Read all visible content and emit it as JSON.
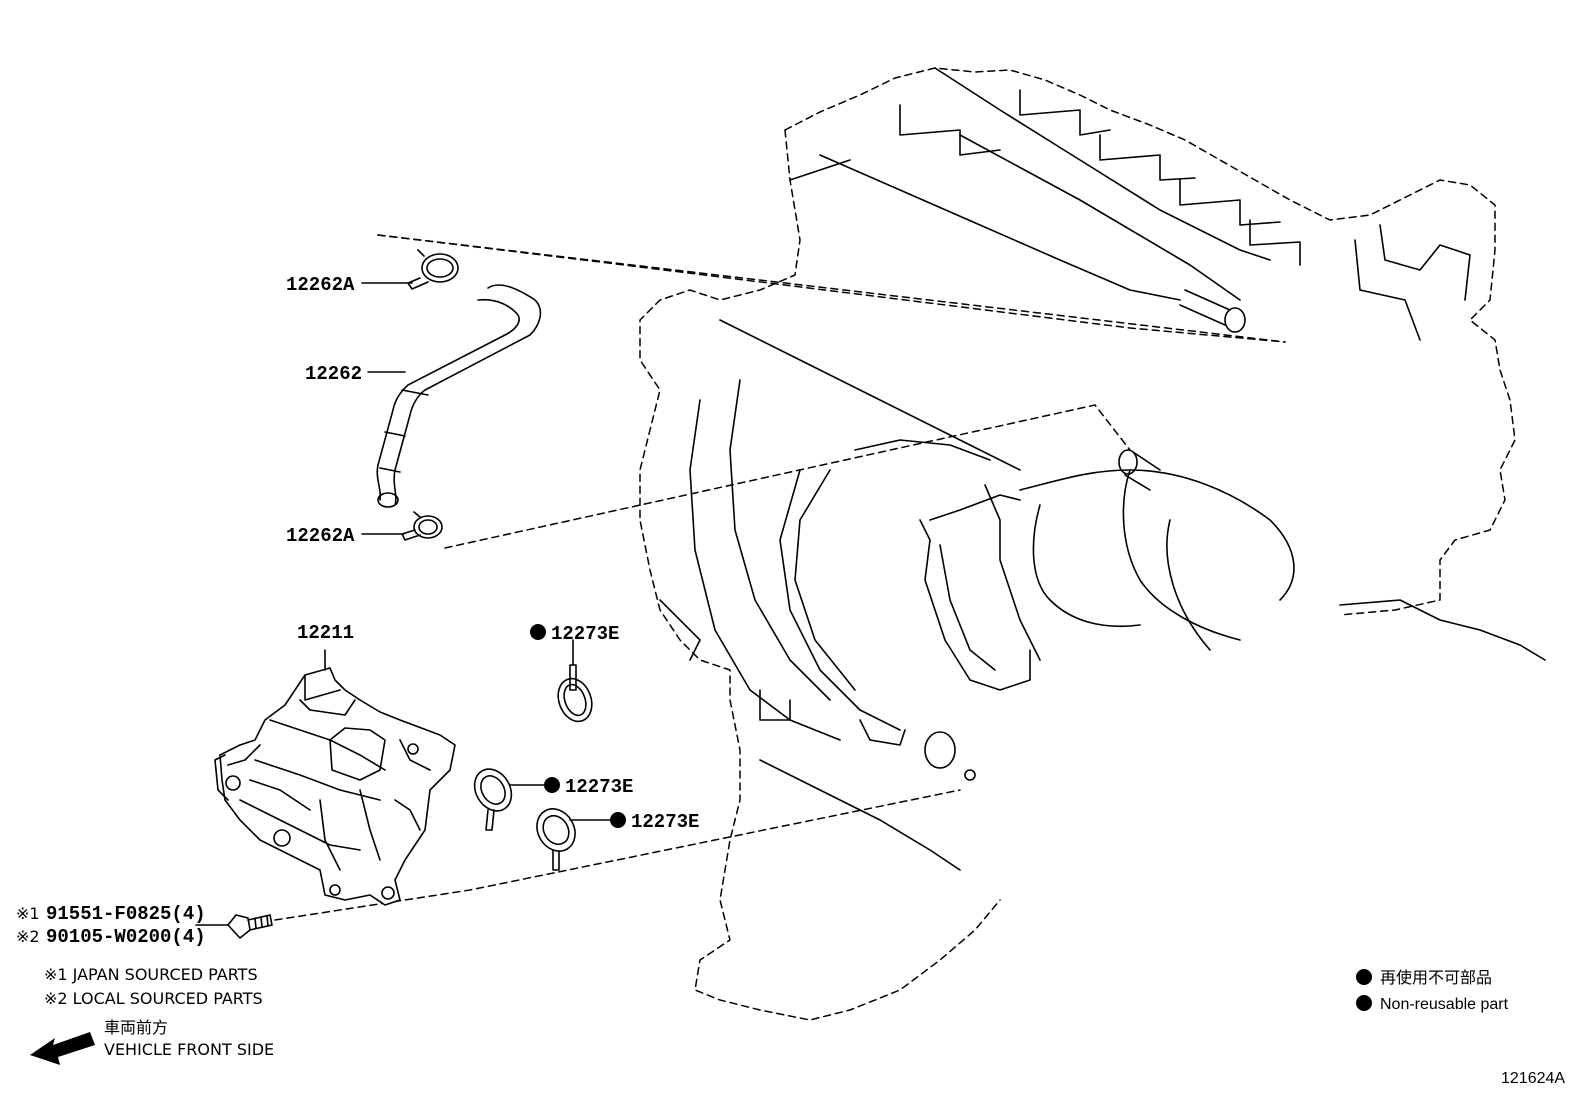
{
  "parts": {
    "clip_top": "12262A",
    "hose": "12262",
    "clip_bottom": "12262A",
    "pump": "12211",
    "gasket_1": "12273E",
    "gasket_2": "12273E",
    "gasket_3": "12273E",
    "bolt_japan": "91551-F0825(4)",
    "bolt_local": "90105-W0200(4)"
  },
  "markers": {
    "mark1": "※1",
    "mark2": "※2"
  },
  "notes": {
    "japan_sourced": "※1 JAPAN SOURCED PARTS",
    "local_sourced": "※2 LOCAL SOURCED PARTS",
    "front_jp": "車両前方",
    "front_en": "VEHICLE FRONT SIDE"
  },
  "legend": {
    "non_reusable_jp": "再使用不可部品",
    "non_reusable_en": "Non-reusable part"
  },
  "diagram_id": "121624A"
}
